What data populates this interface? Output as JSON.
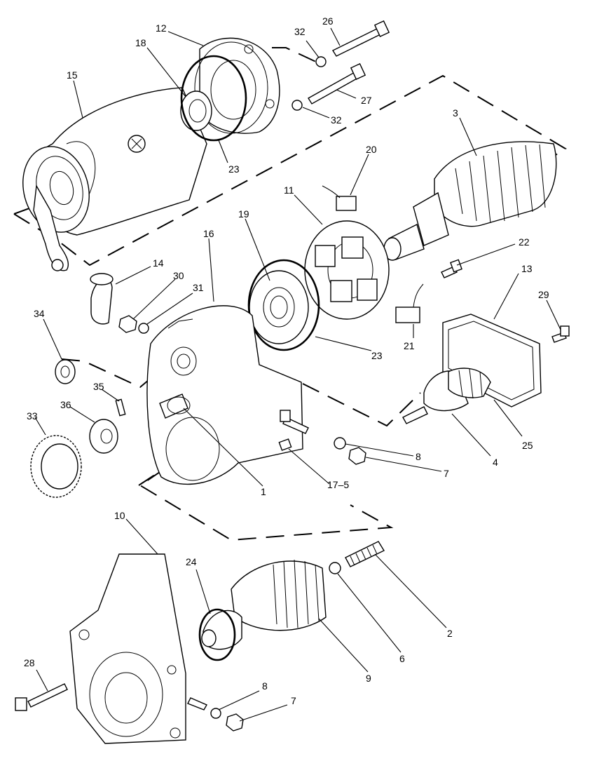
{
  "diagram": {
    "callouts": [
      {
        "id": "c12",
        "text": "12"
      },
      {
        "id": "c18",
        "text": "18"
      },
      {
        "id": "c32a",
        "text": "32"
      },
      {
        "id": "c26",
        "text": "26"
      },
      {
        "id": "c15",
        "text": "15"
      },
      {
        "id": "c27",
        "text": "27"
      },
      {
        "id": "c32b",
        "text": "32"
      },
      {
        "id": "c3",
        "text": "3"
      },
      {
        "id": "c23a",
        "text": "23"
      },
      {
        "id": "c20",
        "text": "20"
      },
      {
        "id": "c11",
        "text": "11"
      },
      {
        "id": "c19",
        "text": "19"
      },
      {
        "id": "c16",
        "text": "16"
      },
      {
        "id": "c22",
        "text": "22"
      },
      {
        "id": "c14",
        "text": "14"
      },
      {
        "id": "c30",
        "text": "30"
      },
      {
        "id": "c31",
        "text": "31"
      },
      {
        "id": "c13",
        "text": "13"
      },
      {
        "id": "c29",
        "text": "29"
      },
      {
        "id": "c34",
        "text": "34"
      },
      {
        "id": "c21",
        "text": "21"
      },
      {
        "id": "c23b",
        "text": "23"
      },
      {
        "id": "c35",
        "text": "35"
      },
      {
        "id": "c36",
        "text": "36"
      },
      {
        "id": "c33",
        "text": "33"
      },
      {
        "id": "c25",
        "text": "25"
      },
      {
        "id": "c8a",
        "text": "8"
      },
      {
        "id": "c4",
        "text": "4"
      },
      {
        "id": "c7a",
        "text": "7"
      },
      {
        "id": "c17_5",
        "text": "17–5"
      },
      {
        "id": "c1",
        "text": "1"
      },
      {
        "id": "c10",
        "text": "10"
      },
      {
        "id": "c24",
        "text": "24"
      },
      {
        "id": "c2",
        "text": "2"
      },
      {
        "id": "c6",
        "text": "6"
      },
      {
        "id": "c9",
        "text": "9"
      },
      {
        "id": "c28",
        "text": "28"
      },
      {
        "id": "c8b",
        "text": "8"
      },
      {
        "id": "c7b",
        "text": "7"
      }
    ]
  }
}
